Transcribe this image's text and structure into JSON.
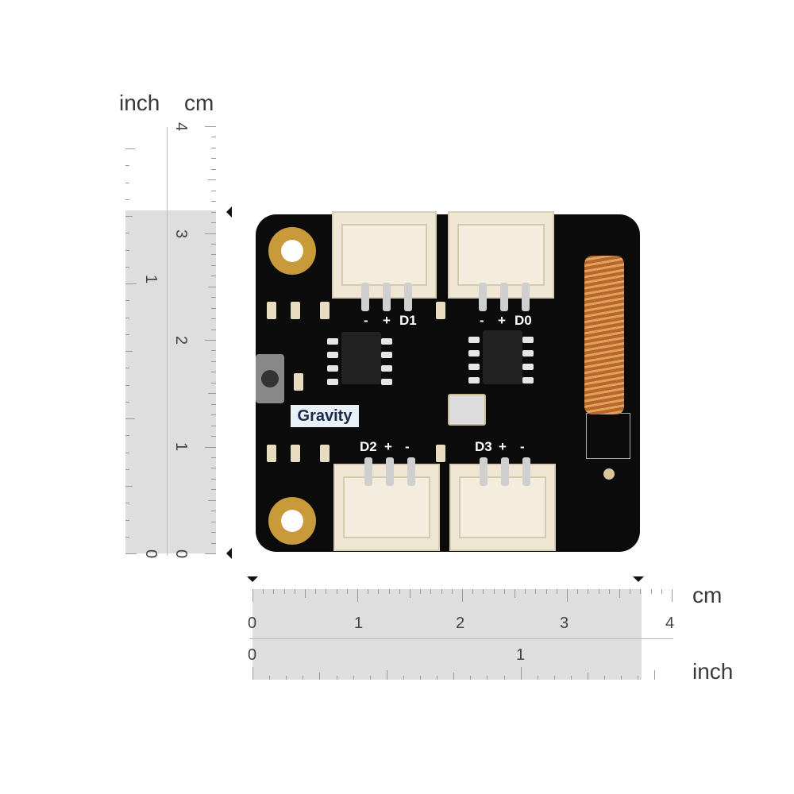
{
  "vertical_ruler": {
    "unit_inch": "inch",
    "unit_cm": "cm",
    "cm_labels": [
      "0",
      "1",
      "2",
      "3",
      "4"
    ],
    "inch_labels": [
      "0",
      "1"
    ]
  },
  "horizontal_ruler": {
    "unit_cm": "cm",
    "unit_inch": "inch",
    "cm_labels": [
      "0",
      "1",
      "2",
      "3",
      "4"
    ],
    "inch_labels": [
      "0",
      "1"
    ]
  },
  "board": {
    "logo": "Gravity",
    "port_labels": {
      "d1": [
        "-",
        "+",
        "D1"
      ],
      "d0": [
        "-",
        "+",
        "D0"
      ],
      "d2": [
        "D2",
        "+",
        "-"
      ],
      "d3": [
        "D3",
        "+",
        "-"
      ]
    },
    "colors": {
      "pcb": "#0b0b0b",
      "connector": "#efe6d4",
      "antenna": "#c67a36",
      "mount_ring": "#c89a3a"
    }
  }
}
